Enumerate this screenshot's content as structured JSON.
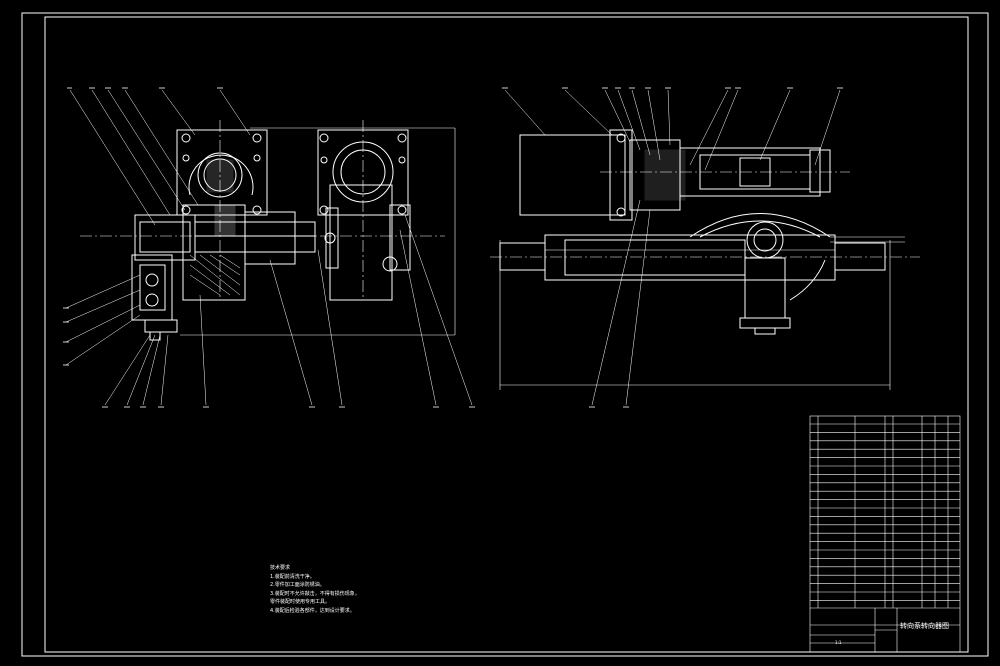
{
  "colors": {
    "background": "#000000",
    "line": "#ffffff",
    "centerline": "#dddddd"
  },
  "technical_notes": {
    "heading": "技术要求",
    "items": [
      "1.装配前清洗干净。",
      "2.零件加工面涂防锈油。",
      "3.装配时不允许敲击，不得有损伤现象，",
      "零件装配时使用专用工具。",
      "4.装配后检验各部件，达到设计要求。"
    ]
  },
  "title_block": {
    "drawing_title": "转向系转向器图",
    "scale": "1:1"
  }
}
